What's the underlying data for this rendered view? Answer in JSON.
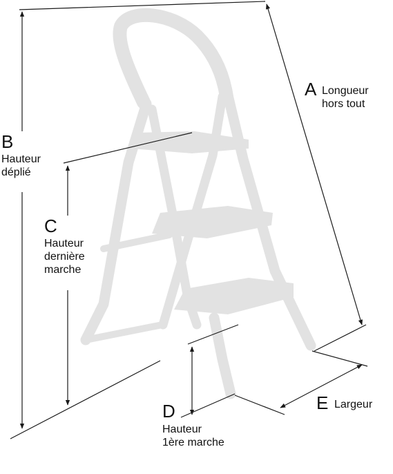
{
  "dimensions": [
    {
      "letter": "A",
      "lines": [
        "Longueur",
        "hors tout"
      ]
    },
    {
      "letter": "B",
      "lines": [
        "Hauteur",
        "déplié"
      ]
    },
    {
      "letter": "C",
      "lines": [
        "Hauteur",
        "dernière",
        "marche"
      ]
    },
    {
      "letter": "D",
      "lines": [
        "Hauteur",
        "1ère marche"
      ]
    },
    {
      "letter": "E",
      "lines": [
        "Largeur"
      ]
    }
  ],
  "colors": {
    "ladder": "#e2e2e2",
    "lines": "#1a1a1a",
    "text": "#111111"
  }
}
